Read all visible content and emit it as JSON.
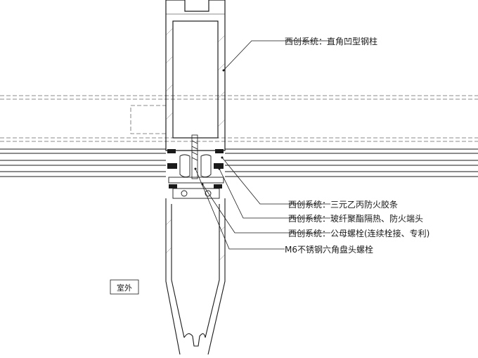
{
  "callouts": [
    {
      "id": "steel-column",
      "text": "西创系统：直角凹型钢柱"
    },
    {
      "id": "epdm-strip",
      "text": "西创系统：三元乙丙防火胶条"
    },
    {
      "id": "fiber-insulation",
      "text": "西创系统：玻纤聚酯隔热、防火端头"
    },
    {
      "id": "male-female-bolt",
      "text": "西创系统：公母螺栓(连续栓接、专利)"
    },
    {
      "id": "hex-bolt",
      "text": "M6不锈钢六角盘头螺栓"
    }
  ],
  "stamp_text": "室外",
  "colors": {
    "line": "#1a1a1a",
    "dash": "#666666",
    "background": "#ffffff"
  }
}
